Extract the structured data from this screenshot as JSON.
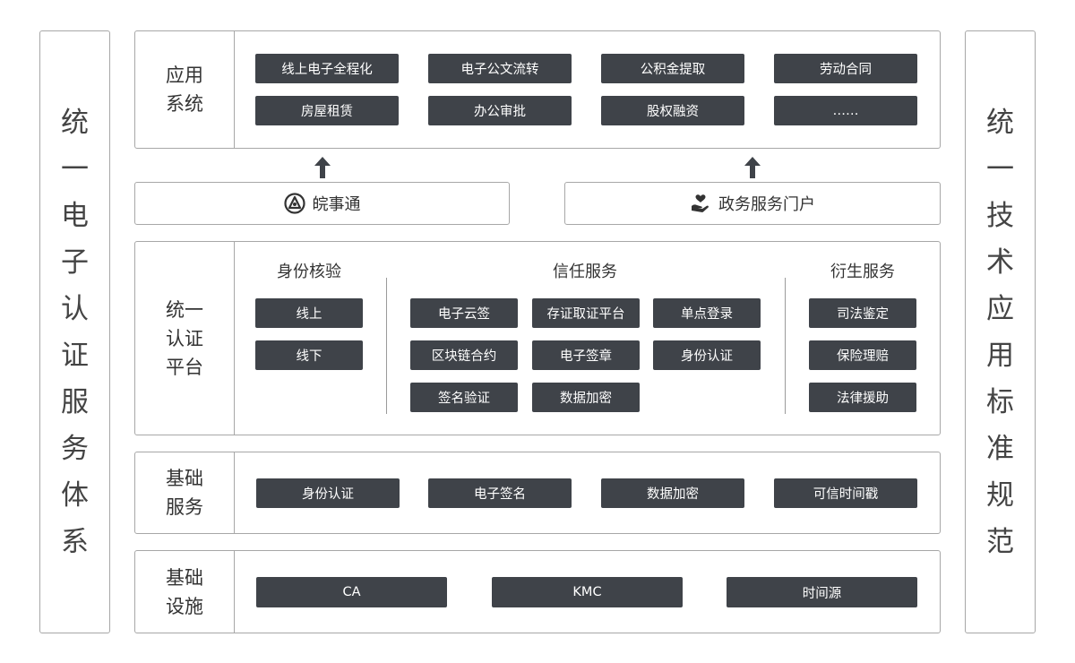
{
  "left_panel": {
    "chars": [
      "统",
      "一",
      "电",
      "子",
      "认",
      "证",
      "服",
      "务",
      "体",
      "系"
    ]
  },
  "right_panel": {
    "chars": [
      "统",
      "一",
      "技",
      "术",
      "应",
      "用",
      "标",
      "准",
      "规",
      "范"
    ]
  },
  "app_layer": {
    "label": "应用\n系统",
    "items": [
      "线上电子全程化",
      "电子公文流转",
      "公积金提取",
      "劳动合同",
      "房屋租赁",
      "办公审批",
      "股权融资",
      "……"
    ]
  },
  "portals": [
    {
      "label": "皖事通",
      "icon": "wanshitong-logo-icon"
    },
    {
      "label": "政务服务门户",
      "icon": "hand-heart-icon"
    }
  ],
  "platform_layer": {
    "label": "统一\n认证\n平台",
    "groups": [
      {
        "title": "身份核验",
        "items": [
          "线上",
          "线下"
        ]
      },
      {
        "title": "信任服务",
        "items": [
          "电子云签",
          "存证取证平台",
          "单点登录",
          "区块链合约",
          "电子签章",
          "身份认证",
          "签名验证",
          "数据加密"
        ]
      },
      {
        "title": "衍生服务",
        "items": [
          "司法鉴定",
          "保险理赔",
          "法律援助"
        ]
      }
    ]
  },
  "basic_service_layer": {
    "label": "基础\n服务",
    "items": [
      "身份认证",
      "电子签名",
      "数据加密",
      "可信时间戳"
    ]
  },
  "infra_layer": {
    "label": "基础\n设施",
    "items": [
      "CA",
      "KMC",
      "时间源"
    ]
  }
}
